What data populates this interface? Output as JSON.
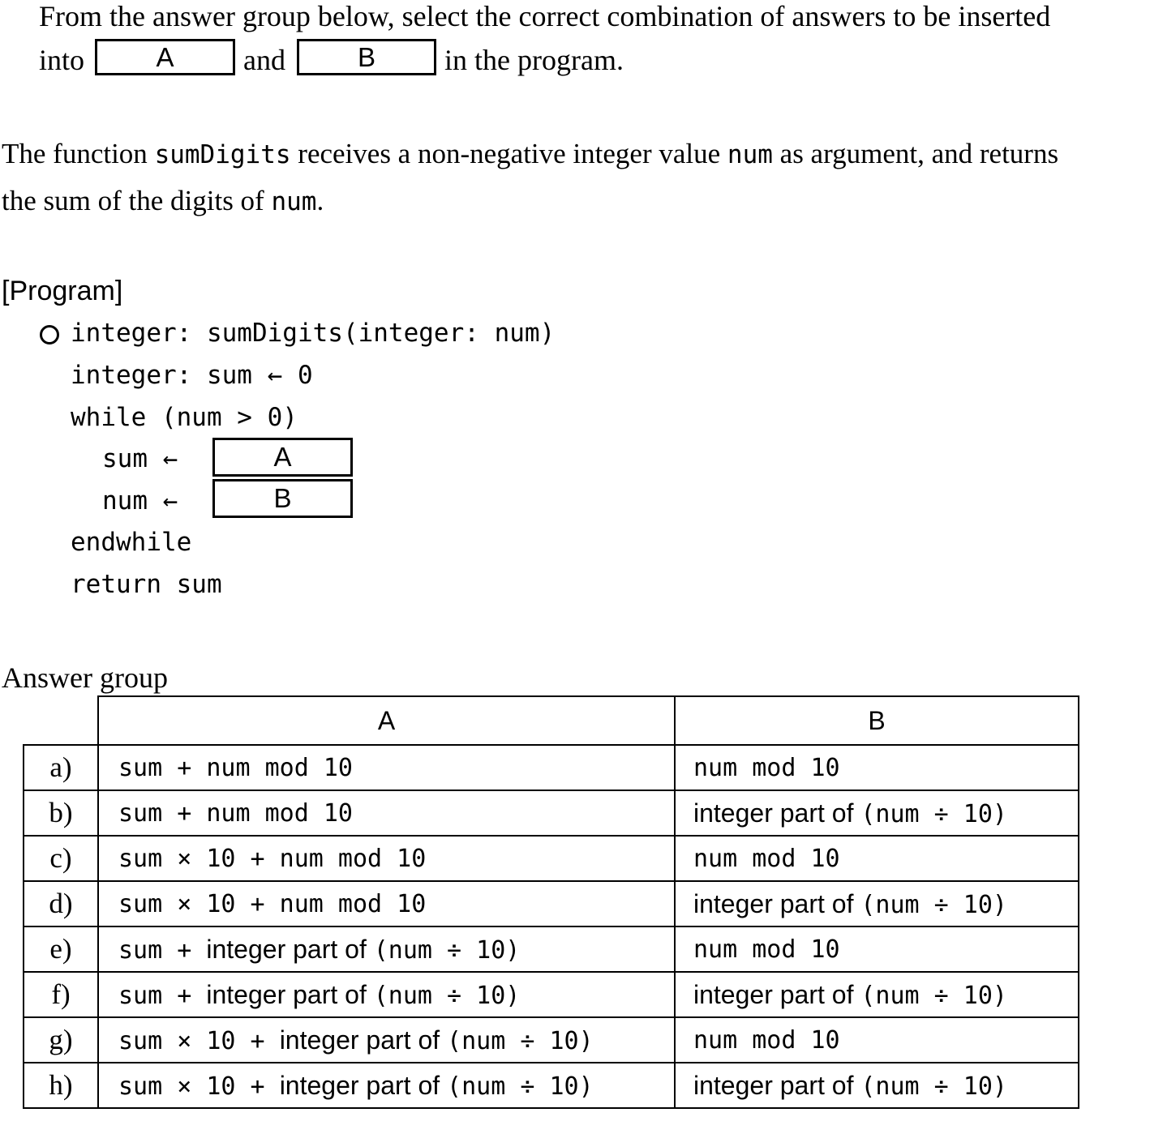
{
  "intro": {
    "line1": "From the answer group below, select the correct combination of answers to be inserted",
    "into": "into",
    "and": "and",
    "end": "in the program.",
    "blank_a": "A",
    "blank_b": "B"
  },
  "description": {
    "p1": "The function ",
    "func": "sumDigits",
    "p2": " receives a non-negative integer value ",
    "arg": "num",
    "p3": " as argument, and returns",
    "p4": "the sum of the digits of ",
    "arg2": "num",
    "p5": "."
  },
  "program": {
    "title": "[Program]",
    "line1": "integer: sumDigits(integer: num)",
    "line2": "integer: sum ← 0",
    "line3": "while (num > 0)",
    "line4_prefix": "sum ←",
    "line4_blank": "A",
    "line5_prefix": "num ←",
    "line5_blank": "B",
    "line6": "endwhile",
    "line7": "return sum"
  },
  "answer_group": {
    "label": "Answer group",
    "header_a": "A",
    "header_b": "B",
    "rows": [
      {
        "label": "a)",
        "a": [
          {
            "t": "m",
            "v": "sum + num mod 10"
          }
        ],
        "b": [
          {
            "t": "m",
            "v": "num mod 10"
          }
        ]
      },
      {
        "label": "b)",
        "a": [
          {
            "t": "m",
            "v": "sum + num mod 10"
          }
        ],
        "b": [
          {
            "t": "s",
            "v": "integer part of "
          },
          {
            "t": "m",
            "v": "(num ÷ 10)"
          }
        ]
      },
      {
        "label": "c)",
        "a": [
          {
            "t": "m",
            "v": "sum × 10 + num mod 10"
          }
        ],
        "b": [
          {
            "t": "m",
            "v": "num mod 10"
          }
        ]
      },
      {
        "label": "d)",
        "a": [
          {
            "t": "m",
            "v": "sum × 10 + num mod 10"
          }
        ],
        "b": [
          {
            "t": "s",
            "v": "integer part of "
          },
          {
            "t": "m",
            "v": "(num ÷ 10)"
          }
        ]
      },
      {
        "label": "e)",
        "a": [
          {
            "t": "m",
            "v": "sum + "
          },
          {
            "t": "s",
            "v": "integer part of "
          },
          {
            "t": "m",
            "v": "(num ÷ 10)"
          }
        ],
        "b": [
          {
            "t": "m",
            "v": "num mod 10"
          }
        ]
      },
      {
        "label": "f)",
        "a": [
          {
            "t": "m",
            "v": "sum + "
          },
          {
            "t": "s",
            "v": "integer part of "
          },
          {
            "t": "m",
            "v": "(num ÷ 10)"
          }
        ],
        "b": [
          {
            "t": "s",
            "v": "integer part of "
          },
          {
            "t": "m",
            "v": "(num ÷ 10)"
          }
        ]
      },
      {
        "label": "g)",
        "a": [
          {
            "t": "m",
            "v": "sum × 10 + "
          },
          {
            "t": "s",
            "v": "integer part of "
          },
          {
            "t": "m",
            "v": "(num ÷ 10)"
          }
        ],
        "b": [
          {
            "t": "m",
            "v": "num mod 10"
          }
        ]
      },
      {
        "label": "h)",
        "a": [
          {
            "t": "m",
            "v": "sum × 10 + "
          },
          {
            "t": "s",
            "v": "integer part of "
          },
          {
            "t": "m",
            "v": "(num ÷ 10)"
          }
        ],
        "b": [
          {
            "t": "s",
            "v": "integer part of "
          },
          {
            "t": "m",
            "v": "(num ÷ 10)"
          }
        ]
      }
    ]
  }
}
